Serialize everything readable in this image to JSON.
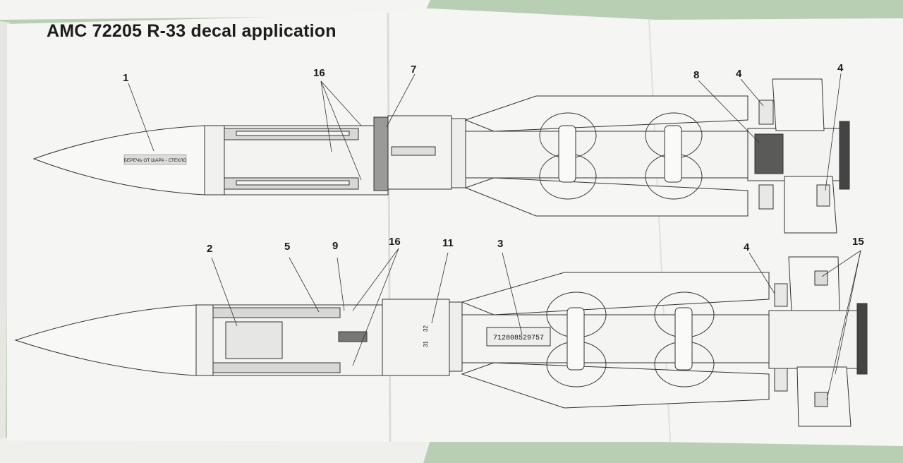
{
  "sheet": {
    "title": "AMC 72205 R-33 decal application"
  },
  "top_view": {
    "callouts": [
      "1",
      "16",
      "7",
      "8",
      "4",
      "4"
    ],
    "decals": {
      "nose_stencil": "БЕРЕЧЬ ОТ ШАРА - СТЕКЛО"
    }
  },
  "bottom_view": {
    "callouts": [
      "2",
      "5",
      "9",
      "16",
      "11",
      "3",
      "4",
      "15"
    ],
    "decals": {
      "serial": "712808529757",
      "marks": [
        "32",
        "31"
      ]
    }
  }
}
